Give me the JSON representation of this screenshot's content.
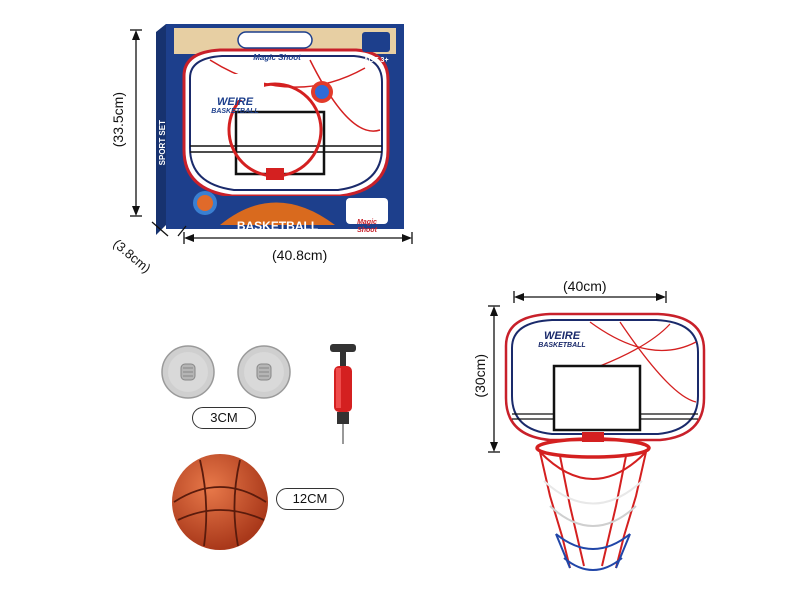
{
  "box": {
    "height_label": "(33.5cm)",
    "width_label": "(40.8cm)",
    "depth_label": "(3.8cm)",
    "brand_top": "Magic Shoot",
    "age_badge": "AGE 3+",
    "logo_text_1": "WEIRE",
    "logo_text_2": "BASKETBALL",
    "side_text": "SPORT SET",
    "bottom_title": "BASKETBALL",
    "corner_badge_1": "Magic",
    "corner_badge_2": "Shoot"
  },
  "backboard": {
    "width_label": "(40cm)",
    "height_label": "(30cm)",
    "logo_text_1": "WEIRE",
    "logo_text_2": "BASKETBALL"
  },
  "accessories": {
    "mount_label": "3CM",
    "ball_label": "12CM"
  },
  "colors": {
    "box_blue": "#1d3f8c",
    "box_wood": "#e7cfa3",
    "rim_red": "#d42020",
    "board_navy": "#1a2a6b",
    "ball_orange": "#c9461d"
  }
}
